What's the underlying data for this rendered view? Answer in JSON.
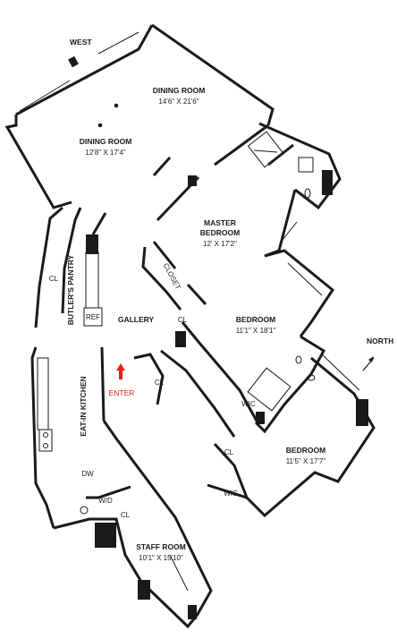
{
  "compass": {
    "west": "WEST",
    "north": "NORTH"
  },
  "rooms": {
    "dining_room_large": {
      "name": "DINING ROOM",
      "dims": "14'6\" X 21'6\""
    },
    "dining_room_small": {
      "name": "DINING ROOM",
      "dims": "12'8\" X 17'4\""
    },
    "master_bedroom": {
      "name": "MASTER",
      "name2": "BEDROOM",
      "dims": "12' X 17'2\""
    },
    "bedroom_1": {
      "name": "BEDROOM",
      "dims": "11'1\" X 18'1\""
    },
    "bedroom_2": {
      "name": "BEDROOM",
      "dims": "11'5\" X 17'7\""
    },
    "staff_room": {
      "name": "STAFF ROOM",
      "dims": "10'1\" X 15'10\""
    },
    "gallery": {
      "name": "GALLERY"
    },
    "kitchen": {
      "name": "EAT-IN KITCHEN"
    },
    "pantry": {
      "name": "BUTLER'S PANTRY"
    }
  },
  "labels": {
    "closet": "CLOSET",
    "cl": "CL",
    "wic": "WIC",
    "ref": "REF",
    "dw": "DW",
    "wd": "W/D",
    "enter": "ENTER"
  },
  "colors": {
    "wall": "#1a1a1a",
    "enter": "#e8201a"
  }
}
